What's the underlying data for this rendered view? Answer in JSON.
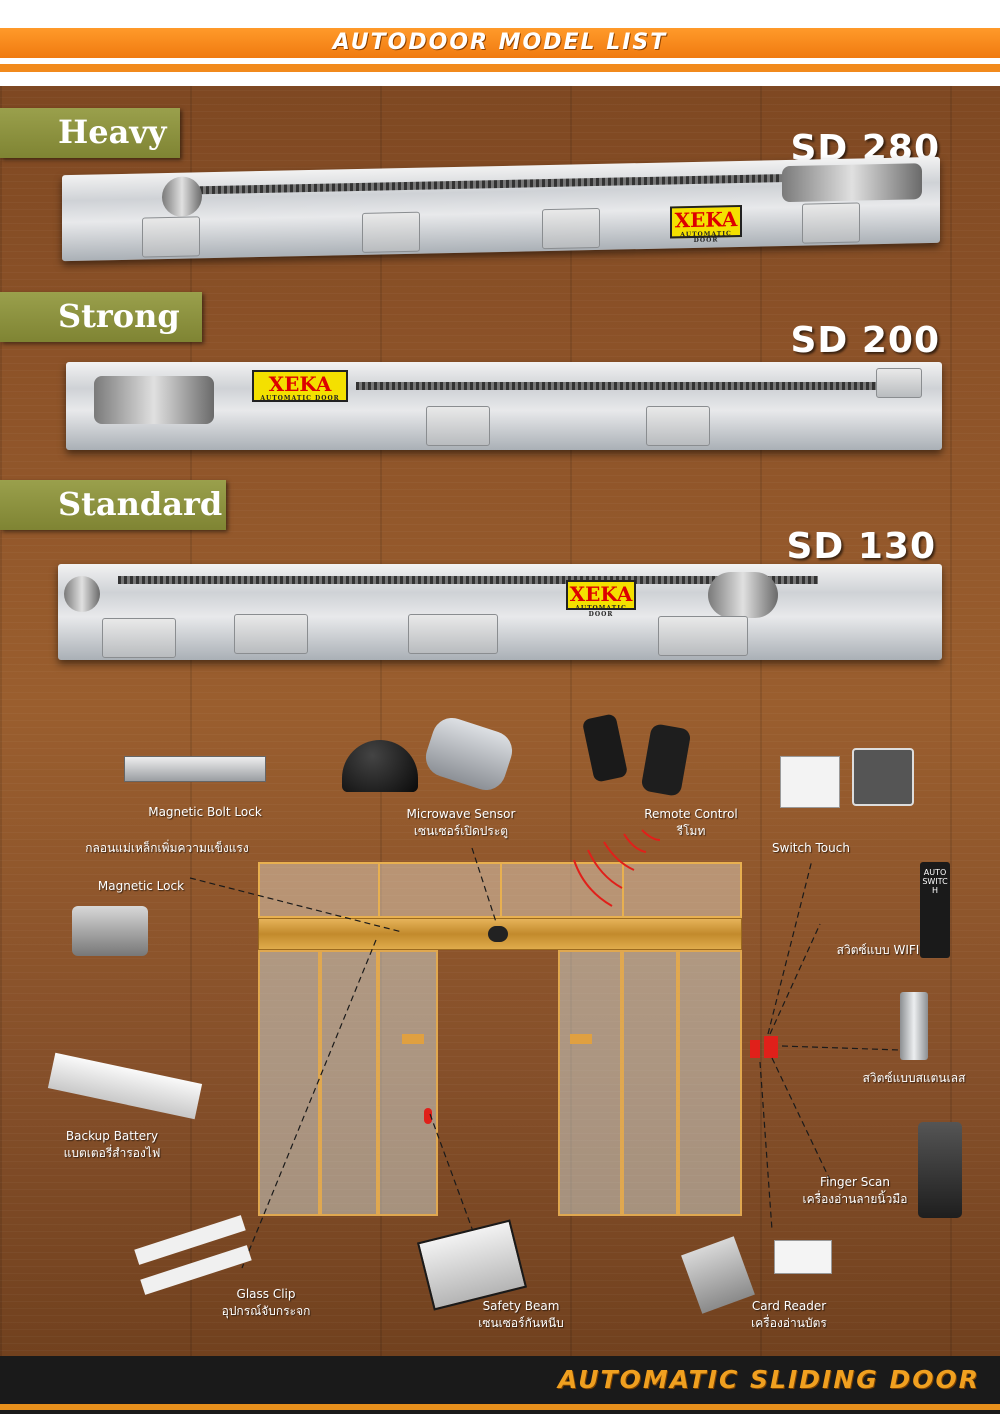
{
  "header": {
    "title": "AUTODOOR MODEL LIST"
  },
  "models": [
    {
      "tier": "Heavy",
      "code": "SD 280",
      "brand": "XEKA",
      "brand_sub": "AUTOMATIC DOOR"
    },
    {
      "tier": "Strong",
      "code": "SD 200",
      "brand": "XEKA",
      "brand_sub": "AUTOMATIC DOOR"
    },
    {
      "tier": "Standard",
      "code": "SD 130",
      "brand": "XEKA",
      "brand_sub": "AUTOMATIC DOOR"
    }
  ],
  "accessories": {
    "magnetic_bolt_lock": {
      "label": "Magnetic Bolt Lock"
    },
    "strengthen_note": {
      "label": "กลอนแม่เหล็กเพิ่มความแข็งแรง"
    },
    "magnetic_lock": {
      "label": "Magnetic Lock"
    },
    "microwave_sensor": {
      "label": "Microwave Sensor",
      "thai": "เซนเซอร์เปิดประตู"
    },
    "remote_control": {
      "label": "Remote Control",
      "thai": "รีโมท"
    },
    "switch_touch": {
      "label": "Switch Touch",
      "switch_text": "AUTO SWITCH"
    },
    "wifi_switch": {
      "label": "สวิตซ์แบบ WIFI"
    },
    "stainless_switch": {
      "label": "สวิตซ์แบบสแตนเลส"
    },
    "backup_battery": {
      "label": "Backup Battery",
      "thai": "แบตเตอรี่สำรองไฟ"
    },
    "finger_scan": {
      "label": "Finger Scan",
      "thai": "เครื่องอ่านลายนิ้วมือ"
    },
    "glass_clip": {
      "label": "Glass Clip",
      "thai": "อุปกรณ์จับกระจก"
    },
    "safety_beam": {
      "label": "Safety Beam",
      "thai": "เซนเซอร์กันหนีบ"
    },
    "card_reader": {
      "label": "Card Reader",
      "thai": "เครื่องอ่านบัตร"
    }
  },
  "footer": {
    "title": "AUTOMATIC SLIDING DOOR"
  },
  "colors": {
    "accent": "#f28a1c",
    "label_bg": "#8a8f3c",
    "wood": "#8c5228",
    "signal": "#e0201a"
  }
}
